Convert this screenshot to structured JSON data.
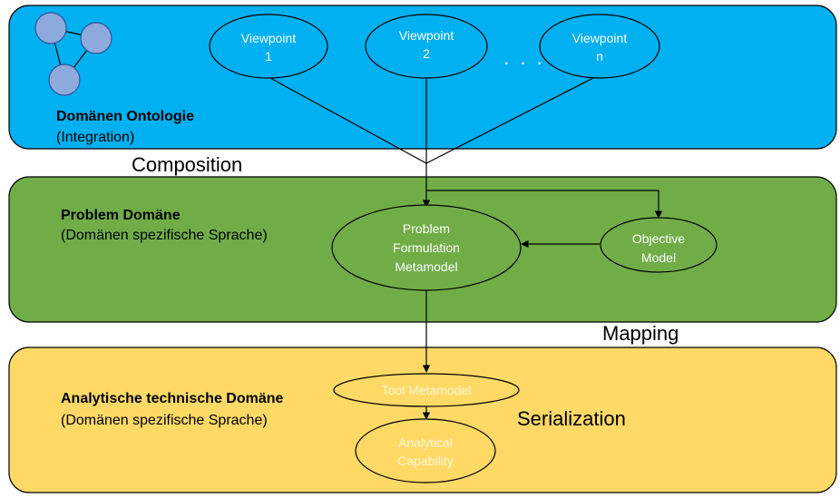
{
  "colors": {
    "ontology_band": "#00B0F0",
    "problem_band": "#70AD47",
    "analytic_band": "#FFD966",
    "ontology_icon_node": "#8EA9DB"
  },
  "icons": {
    "ontology": "graph-network-icon"
  },
  "bands": {
    "ontology": {
      "title": "Domänen Ontologie",
      "subtitle": "(Integration)"
    },
    "problem": {
      "title": "Problem Domäne",
      "subtitle": "(Domänen spezifische Sprache)"
    },
    "analytic": {
      "title": "Analytische technische Domäne",
      "subtitle": "(Domänen spezifische Sprache)"
    }
  },
  "nodes": {
    "viewpoint1": {
      "line1": "Viewpoint",
      "line2": "1"
    },
    "viewpoint2": {
      "line1": "Viewpoint",
      "line2": "2"
    },
    "viewpointn": {
      "line1": "Viewpoint",
      "line2": "n"
    },
    "ellipsis": ". . .",
    "problem_formulation": {
      "line1": "Problem",
      "line2": "Formulation",
      "line3": "Metamodel"
    },
    "objective_model": {
      "line1": "Objective",
      "line2": "Model"
    },
    "tool_metamodel": {
      "label": "Tool Metamodel"
    },
    "analytical_capability": {
      "line1": "Analytical",
      "line2": "Capability"
    }
  },
  "labels": {
    "composition": "Composition",
    "mapping": "Mapping",
    "serialization": "Serialization"
  }
}
